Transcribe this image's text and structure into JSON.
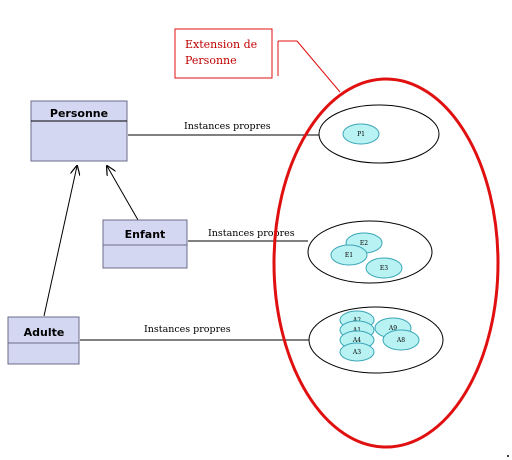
{
  "diagram": {
    "classes": {
      "personne": "Personne",
      "enfant": "Enfant",
      "adulte": "Adulte"
    },
    "relation_label": "Instances propres",
    "extension_note": [
      "Extension de",
      "Personne"
    ],
    "instances": {
      "personne": [
        "P1"
      ],
      "enfant": [
        "E2",
        "E1",
        "E3"
      ],
      "adulte": [
        "A2",
        "A1",
        "A4",
        "A3",
        "A9",
        "A8"
      ]
    },
    "colors": {
      "class_fill": "#d4d7f2",
      "class_border": "#6b6b8a",
      "instance_fill": "#b8f2f2",
      "instance_border": "#3aa6b8",
      "extension_border": "#e01010",
      "note_text": "#c00000"
    }
  }
}
